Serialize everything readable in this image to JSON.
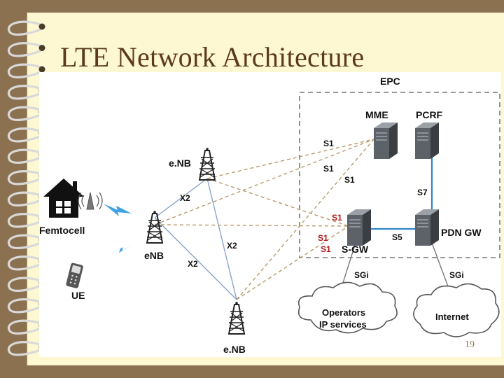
{
  "slide": {
    "title": "LTE Network Architecture",
    "page_number": "19"
  },
  "diagram": {
    "epc_label": "EPC",
    "nodes": {
      "mme": "MME",
      "pcrf": "PCRF",
      "sgw": "S-GW",
      "pdn_gw": "PDN GW",
      "enb_top": "e.NB",
      "enb_mid": "eNB",
      "enb_bottom": "e.NB",
      "femtocell": "Femtocell",
      "ue": "UE"
    },
    "interfaces": {
      "s1_a": "S1",
      "s1_b": "S1",
      "s1_c": "S1",
      "s1_d": "S1",
      "s1_e": "S1",
      "s1_f": "S1",
      "s7": "S7",
      "s5": "S5",
      "x2_a": "X2",
      "x2_b": "X2",
      "x2_c": "X2",
      "sgi_a": "SGi",
      "sgi_b": "SGi"
    },
    "clouds": {
      "operators_line1": "Operators",
      "operators_line2": "IP services",
      "internet": "Internet"
    }
  }
}
